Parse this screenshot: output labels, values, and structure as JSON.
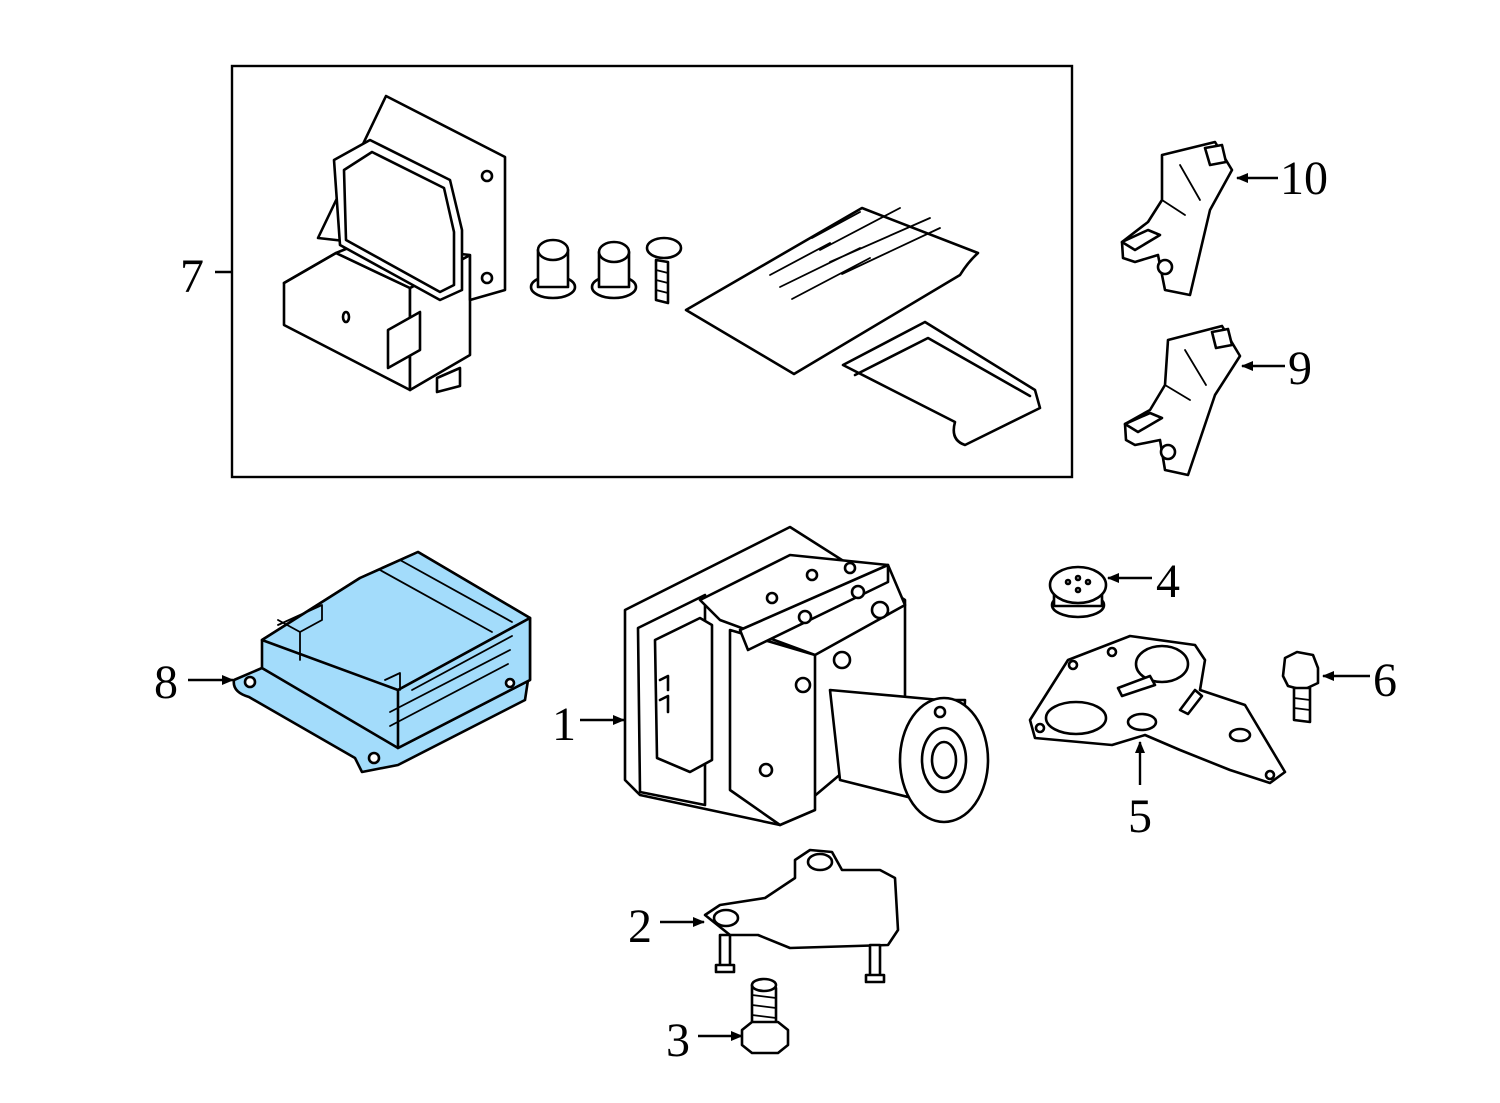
{
  "highlight_color": "#a3dcfb",
  "line_color": "#000000",
  "background_color": "#ffffff",
  "callouts": {
    "c1": "1",
    "c2": "2",
    "c3": "3",
    "c4": "4",
    "c5": "5",
    "c6": "6",
    "c7": "7",
    "c8": "8",
    "c9": "9",
    "c10": "10"
  },
  "highlighted_part": "8"
}
